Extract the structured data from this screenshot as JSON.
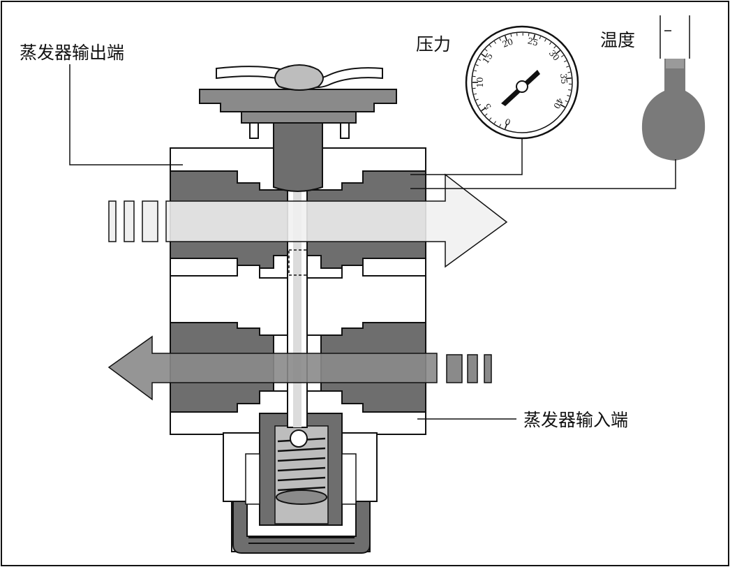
{
  "labels": {
    "evaporator_outlet": "蒸发器输出端",
    "evaporator_inlet": "蒸发器输入端",
    "pressure": "压力",
    "temperature": "温度"
  },
  "gauge": {
    "scale_labels": [
      "0",
      "5",
      "10",
      "15",
      "20",
      "25",
      "30",
      "35",
      "40"
    ],
    "scale_min": 0,
    "scale_max": 40
  },
  "colors": {
    "body_dark": "#6e6e6e",
    "body_light": "#ffffff",
    "outline": "#111111",
    "flow_outlet_arrow": "#f0f0f0",
    "flow_inlet_arrow": "#8a8a8a",
    "bulb": "#7a7a7a"
  }
}
